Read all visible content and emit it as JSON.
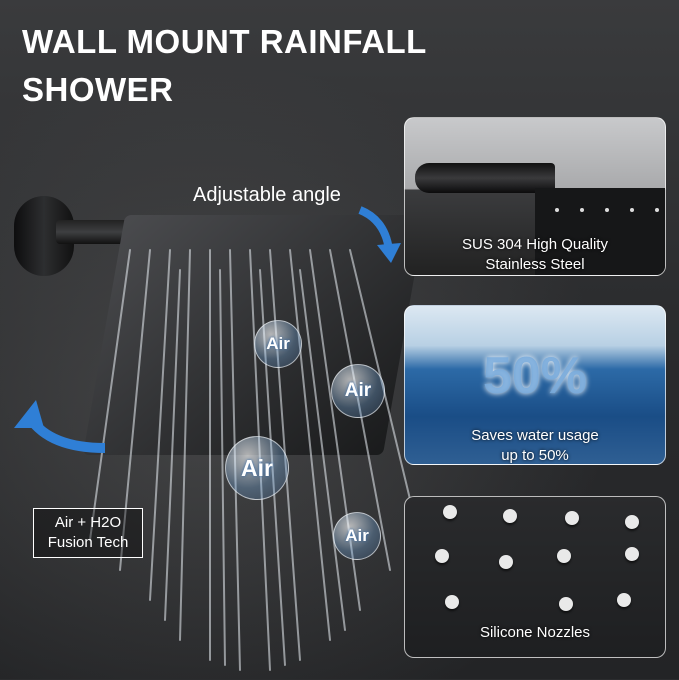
{
  "title": [
    "WALL MOUNT RAINFALL",
    "SHOWER"
  ],
  "callouts": {
    "adjustable_angle": "Adjustable angle",
    "fusion_tech": [
      "Air + H2O",
      "Fusion Tech"
    ]
  },
  "bubbles": [
    "Air",
    "Air",
    "Air",
    "Air"
  ],
  "cards": [
    {
      "lines": [
        "SUS 304 High Quality",
        "Stainless Steel"
      ]
    },
    {
      "big": "50%",
      "lines": [
        "Saves water usage",
        "up to 50%"
      ]
    },
    {
      "lines": [
        "Silicone Nozzles"
      ]
    }
  ],
  "colors": {
    "arrow": "#2f7fd6",
    "text": "#ffffff",
    "bubble_text": "#ffffff"
  }
}
